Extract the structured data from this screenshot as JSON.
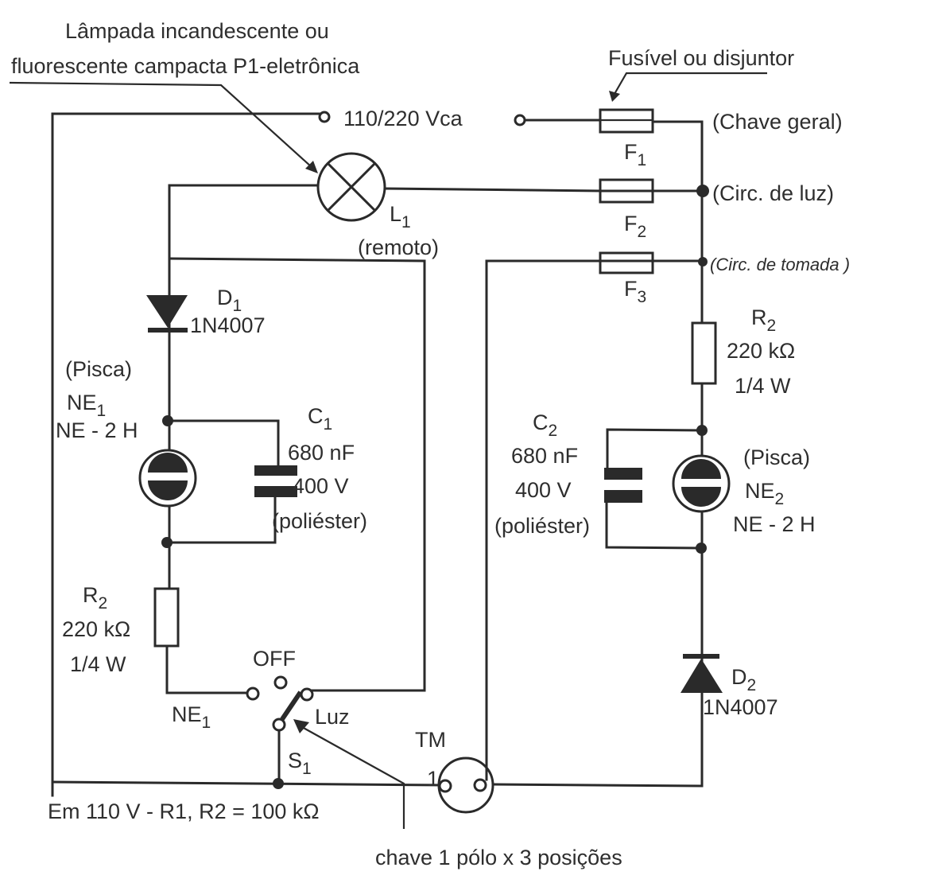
{
  "diagram": {
    "title_note": {
      "line1": "Lâmpada incandescente ou",
      "line2": "fluorescente campacta P1-eletrônica"
    },
    "fuse_note": "Fusível ou disjuntor",
    "supply": "110/220 Vca",
    "fuses": [
      {
        "name": "F",
        "sub": "1",
        "label": "(Chave geral)"
      },
      {
        "name": "F",
        "sub": "2",
        "label": "(Circ. de luz)"
      },
      {
        "name": "F",
        "sub": "3",
        "label": "(Circ. de tomada )"
      }
    ],
    "lamp": {
      "name": "L",
      "sub": "1",
      "note": "(remoto)"
    },
    "left_branch": {
      "diode": {
        "name": "D",
        "sub": "1",
        "part": "1N4007"
      },
      "neon": {
        "note": "(Pisca)",
        "name": "NE",
        "sub": "1",
        "part": "NE - 2 H"
      },
      "capacitor": {
        "name": "C",
        "sub": "1",
        "value": "680 nF",
        "voltage": "400 V",
        "type": "(poliéster)"
      },
      "resistor": {
        "name": "R",
        "sub": "2",
        "value": "220 kΩ",
        "power": "1/4 W"
      }
    },
    "right_branch": {
      "resistor": {
        "name": "R",
        "sub": "2",
        "value": "220 kΩ",
        "power": "1/4 W"
      },
      "capacitor": {
        "name": "C",
        "sub": "2",
        "value": "680 nF",
        "voltage": "400 V",
        "type": "(poliéster)"
      },
      "neon": {
        "note": "(Pisca)",
        "name": "NE",
        "sub": "2",
        "part": "NE - 2 H"
      },
      "diode": {
        "name": "D",
        "sub": "2",
        "part": "1N4007"
      }
    },
    "switch": {
      "name": "S",
      "sub": "1",
      "positions": [
        "OFF",
        "NE",
        "Luz"
      ],
      "ne_sub": "1",
      "note": "chave 1 pólo x 3 posições"
    },
    "outlet": {
      "name": "TM",
      "pin": "1"
    },
    "footnote": "Em 110 V - R1, R2 = 100 kΩ"
  }
}
